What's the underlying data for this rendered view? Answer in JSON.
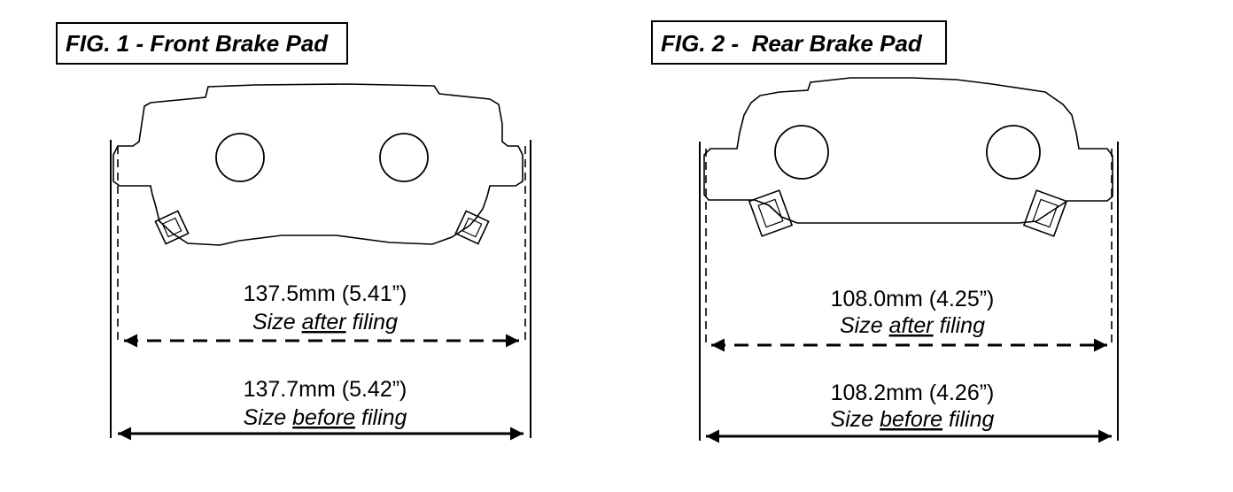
{
  "figures": [
    {
      "title": "FIG. 1 - Front Brake Pad",
      "after": {
        "value": "137.5mm (5.41”)",
        "prefix": "Size ",
        "word": "after",
        "suffix": " filing"
      },
      "before": {
        "value": "137.7mm (5.42”)",
        "prefix": "Size ",
        "word": "before",
        "suffix": " filing"
      }
    },
    {
      "title": "FIG. 2 -  Rear Brake Pad",
      "after": {
        "value": "108.0mm (4.25”)",
        "prefix": "Size ",
        "word": "after",
        "suffix": " filing"
      },
      "before": {
        "value": "108.2mm (4.26”)",
        "prefix": "Size ",
        "word": "before",
        "suffix": " filing"
      }
    }
  ]
}
